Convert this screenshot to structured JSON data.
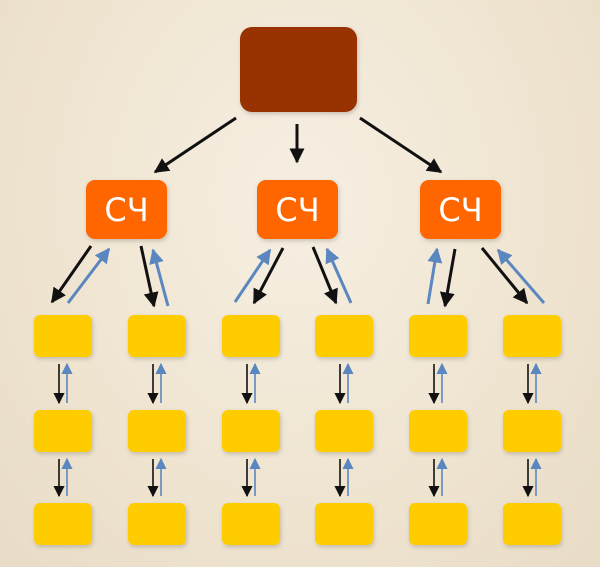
{
  "diagram": {
    "root": {
      "label": ""
    },
    "mid_nodes": [
      {
        "label": "СЧ"
      },
      {
        "label": "СЧ"
      },
      {
        "label": "СЧ"
      }
    ],
    "colors": {
      "root": "#983300",
      "mid": "#ff6600",
      "leaf": "#ffcc00",
      "down_arrow": "#111111",
      "up_arrow": "#5b87c0"
    }
  }
}
